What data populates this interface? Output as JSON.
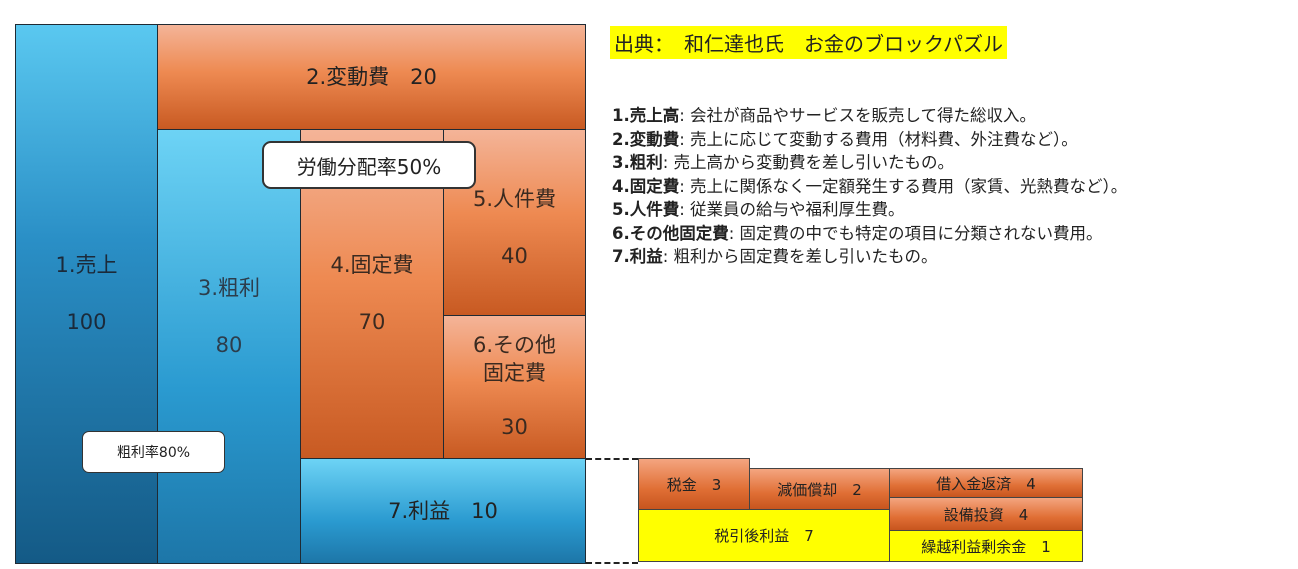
{
  "blocks": {
    "sales": {
      "label": "1.売上",
      "value": "100"
    },
    "variable_cost": {
      "label": "2.変動費　20"
    },
    "gross_profit": {
      "label": "3.粗利",
      "value": "80"
    },
    "fixed_cost": {
      "label": "4.固定費",
      "value": "70"
    },
    "personnel_cost": {
      "label": "5.人件費",
      "value": "40"
    },
    "other_fixed_cost": {
      "label": "6.その他\n固定費",
      "value": "30"
    },
    "profit": {
      "label": "7.利益　10"
    }
  },
  "callouts": {
    "labor_share": "労働分配率50%",
    "gross_margin": "粗利率80%"
  },
  "profit_breakdown": {
    "tax": "税金　3",
    "depreciation": "減価償却　2",
    "after_tax_profit": "税引後利益　7",
    "loan_repayment": "借入金返済　4",
    "capex": "設備投資　4",
    "retained_surplus": "繰越利益剰余金　1"
  },
  "source": "出典：　和仁達也氏　お金のブロックパズル",
  "definitions": [
    {
      "term": "1.売上高",
      "desc": ": 会社が商品やサービスを販売して得た総収入。"
    },
    {
      "term": "2.変動費",
      "desc": ": 売上に応じて変動する費用（材料費、外注費など）。"
    },
    {
      "term": "3.粗利",
      "desc": ": 売上高から変動費を差し引いたもの。"
    },
    {
      "term": "4.固定費",
      "desc": ": 売上に関係なく一定額発生する費用（家賃、光熱費など）。"
    },
    {
      "term": "5.人件費",
      "desc": ": 従業員の給与や福利厚生費。"
    },
    {
      "term": "6.その他固定費",
      "desc": ": 固定費の中でも特定の項目に分類されない費用。"
    },
    {
      "term": "7.利益",
      "desc": ": 粗利から固定費を差し引いたもの。"
    }
  ],
  "colors": {
    "blue": "#2a8fc6",
    "orange": "#ee8a52",
    "highlight": "#ffff00"
  }
}
